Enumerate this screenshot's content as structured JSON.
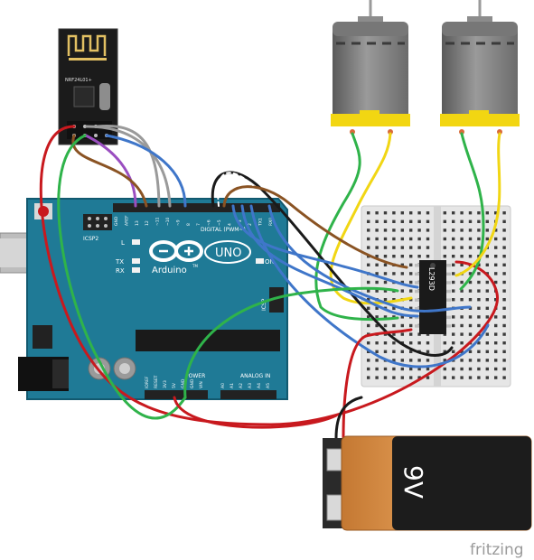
{
  "nrf": {
    "label": "NRF24L01+"
  },
  "arduino": {
    "brand": "Arduino",
    "tm": "TM",
    "model": "UNO",
    "digital_label": "DIGITAL (PWM~)",
    "analog_label": "ANALOG IN",
    "power_label": "POWER",
    "icsp2": "ICSP2",
    "icsp": "ICSP",
    "on": "ON",
    "l": "L",
    "tx": "TX",
    "rx": "RX",
    "header_pins": [
      "GND",
      "AREF",
      "13",
      "12",
      "~11",
      "~10",
      "~9",
      "8",
      "7",
      "~6",
      "~5",
      "4",
      "~3",
      "2",
      "TX1",
      "RX0"
    ],
    "power_pins": [
      "IOREF",
      "RESET",
      "3V3",
      "5V",
      "GND",
      "GND",
      "VIN"
    ],
    "analog_pins": [
      "A0",
      "A1",
      "A2",
      "A3",
      "A4",
      "A5"
    ]
  },
  "ic": {
    "label": "L293D"
  },
  "battery": {
    "label": "9V"
  },
  "watermark": "fritzing",
  "colors": {
    "board": "#1f7a96",
    "board_dark": "#12596f",
    "red_wire": "#c8191e",
    "green_wire": "#2fb34a",
    "yellow_wire": "#f1d614",
    "blue_wire": "#3f76c9",
    "brown_wire": "#8a5323",
    "purple_wire": "#9a4ec0",
    "gray_wire": "#9a9a9a",
    "black_wire": "#1a1a1a",
    "battery_orange": "#d78b43",
    "breadboard": "#e8e8e8"
  }
}
